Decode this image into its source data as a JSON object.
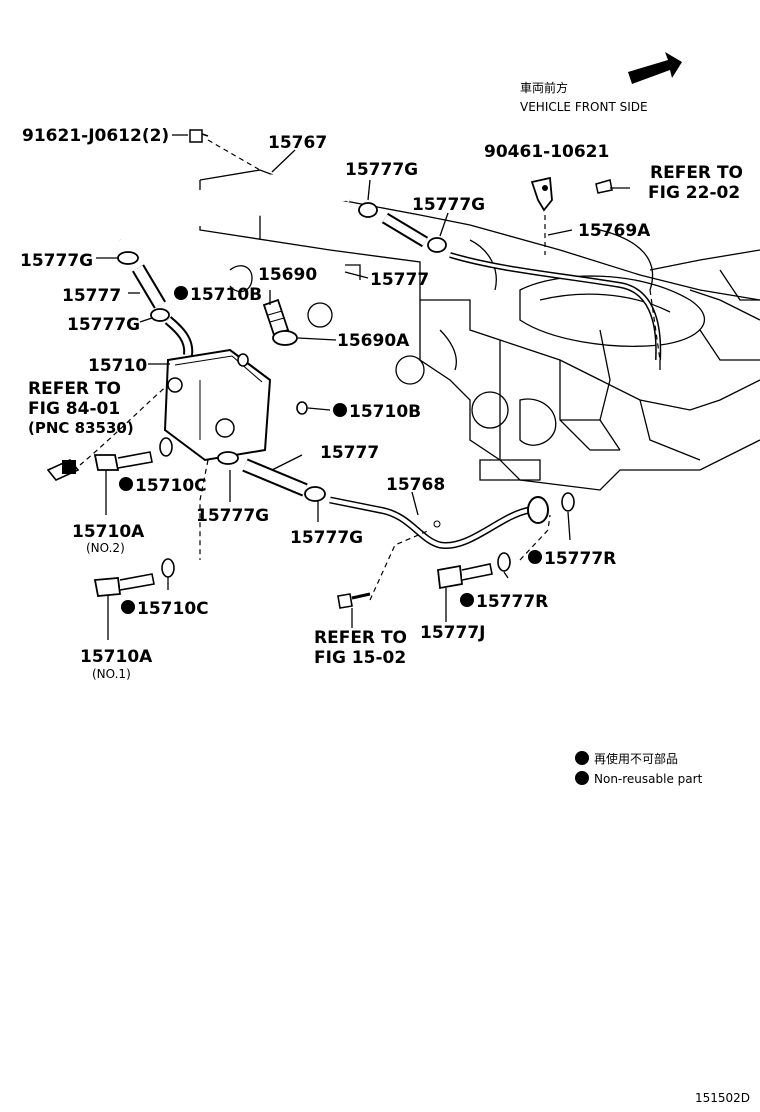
{
  "header": {
    "front_jp": "車両前方",
    "front_en": "VEHICLE FRONT SIDE"
  },
  "parts": {
    "p91621": "91621-J0612(2)",
    "p15767": "15767",
    "p15777G_a": "15777G",
    "p15777G_b": "15777G",
    "p15777G_c": "15777G",
    "p15777G_d": "15777G",
    "p15777G_e": "15777G",
    "p15777G_f": "15777G",
    "p90461": "90461-10621",
    "p15769A": "15769A",
    "p15777_a": "15777",
    "p15777_b": "15777",
    "p15777_c": "15777",
    "p15690": "15690",
    "p15690A": "15690A",
    "p15710B_a": "15710B",
    "p15710B_b": "15710B",
    "p15710": "15710",
    "p15710C_a": "15710C",
    "p15710C_b": "15710C",
    "p15710A_a": "15710A",
    "p15710A_a_sub": "(NO.2)",
    "p15710A_b": "15710A",
    "p15710A_b_sub": "(NO.1)",
    "p15768": "15768",
    "p15777R_a": "15777R",
    "p15777R_b": "15777R",
    "p15777J": "15777J"
  },
  "refs": {
    "r22_l1": "REFER TO",
    "r22_l2": "FIG 22-02",
    "r84_l1": "REFER TO",
    "r84_l2": "FIG 84-01",
    "r84_l3": "(PNC 83530)",
    "r15_l1": "REFER TO",
    "r15_l2": "FIG 15-02"
  },
  "legend": {
    "jp": "再使用不可部品",
    "en": "Non-reusable part"
  },
  "footer": {
    "code": "151502D"
  }
}
